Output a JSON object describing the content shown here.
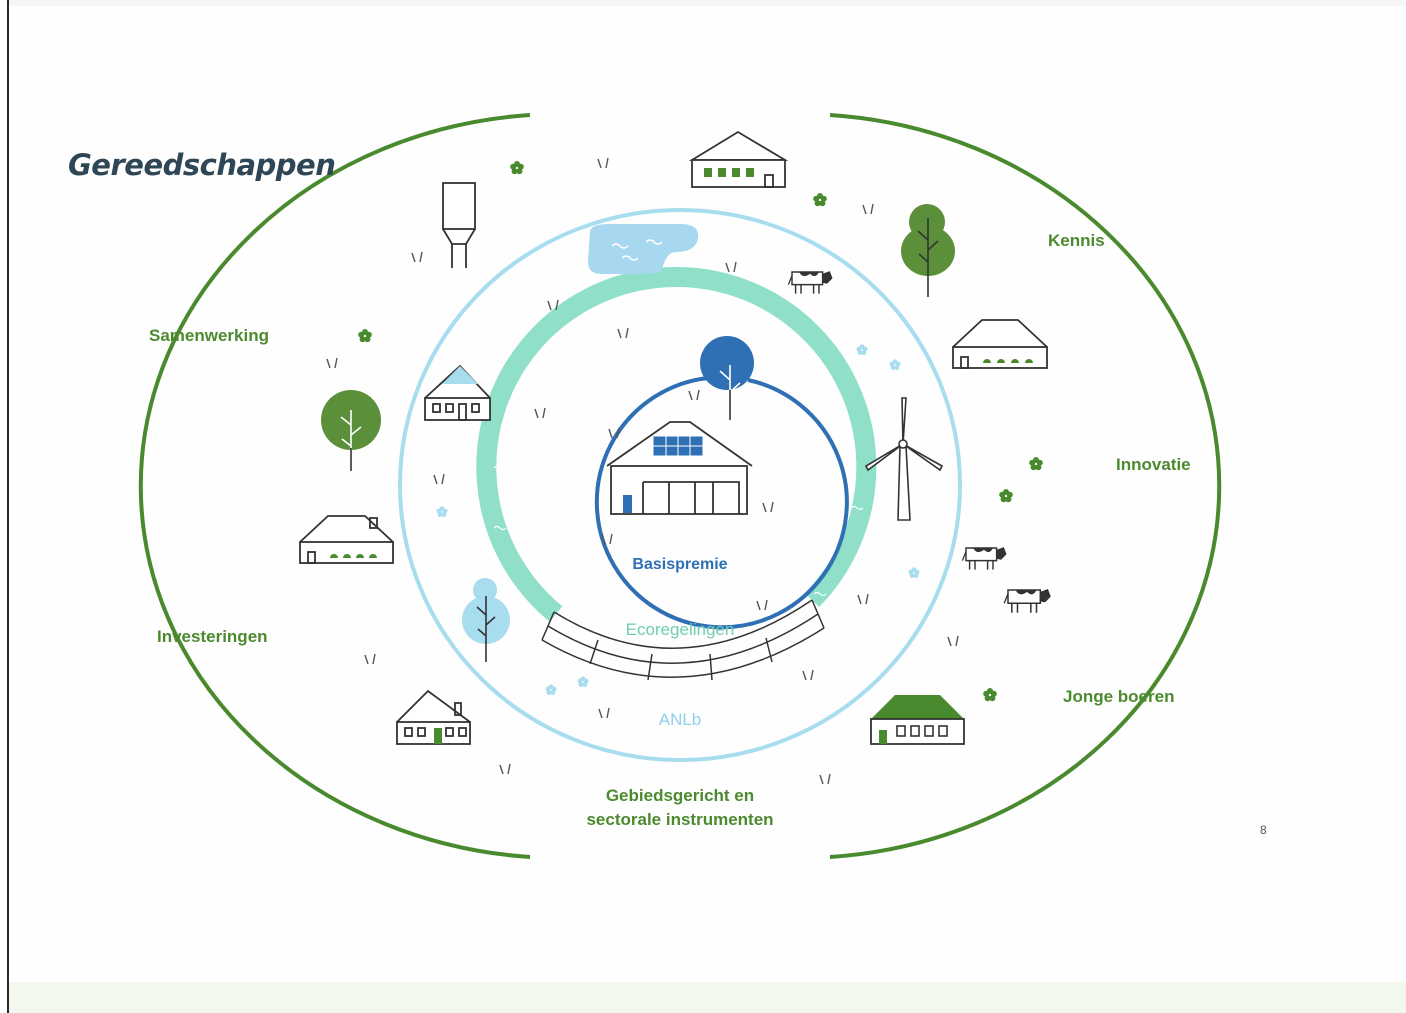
{
  "title": "Gereedschappen",
  "labels": {
    "samenwerking": "Samenwerking",
    "investeringen": "Investeringen",
    "kennis": "Kennis",
    "innovatie": "Innovatie",
    "jonge_boeren": "Jonge boeren",
    "gebiedsgericht_line1": "Gebiedsgericht en",
    "gebiedsgericht_line2": "sectorale instrumenten"
  },
  "rings": {
    "basispremie": "Basispremie",
    "ecoregelingen": "Ecoregelingen",
    "anlb": "ANLb"
  },
  "page_number": "8",
  "colors": {
    "dark_green": "#4a8a2e",
    "light_blue": "#a8dcef",
    "teal": "#7fdcc4",
    "dark_blue": "#2f6fb3",
    "title": "#2f4656"
  },
  "icons": [
    "farm-house-icon",
    "solar-panel-icon",
    "tree-icon",
    "windmill-icon",
    "cow-icon",
    "barn-icon",
    "water-tower-icon",
    "pond-icon",
    "flower-icon",
    "grass-icon"
  ]
}
